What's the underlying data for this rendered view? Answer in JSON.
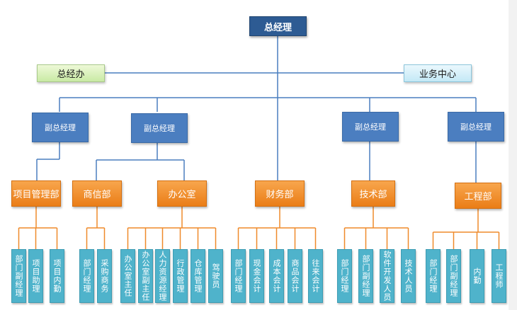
{
  "ceo": "总经理",
  "offices": {
    "left": "总经办",
    "right": "业务中心"
  },
  "vps": [
    "副总经理",
    "副总经理",
    "副总经理",
    "副总经理"
  ],
  "departments": {
    "project": "项目管理部",
    "commerce": "商信部",
    "admin": "办公室",
    "finance": "财务部",
    "tech": "技术部",
    "engineering": "工程部"
  },
  "staff": {
    "project": [
      "部门副经理",
      "项目助理",
      "项目内勤"
    ],
    "commerce": [
      "部门经理",
      "采购商务"
    ],
    "admin": [
      "办公室主任",
      "办公室副主任",
      "人力资源经理",
      "行政管理",
      "仓库管理",
      "驾驶员"
    ],
    "finance": [
      "部门经理",
      "现金会计",
      "成本会计",
      "商品会计",
      "往来会计"
    ],
    "tech": [
      "部门经理",
      "部门副经理",
      "软件开发人员",
      "技术人员"
    ],
    "engineering": [
      "部门经理",
      "部门副经理",
      "内勤",
      "工程师"
    ]
  },
  "colors": {
    "ceo": "#2d5b93",
    "vp": "#4b7ec0",
    "department": "#f08a24",
    "staff": "#4fb3cb",
    "office_left": "#d6efb8",
    "office_right": "#d3eff8",
    "line_blue": "#4a7ebf",
    "line_orange": "#ef8a2a"
  }
}
